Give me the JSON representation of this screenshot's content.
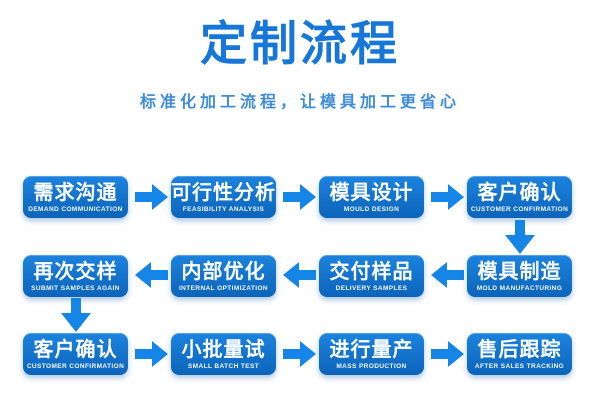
{
  "page": {
    "title": "定制流程",
    "subtitle": "标准化加工流程，让模具加工更省心"
  },
  "colors": {
    "title_text": "#1677d9",
    "subtitle_text": "#3f8cd9",
    "box_gradient_top": "#1c83de",
    "box_gradient_bottom": "#0c64ba",
    "arrow": "#1585e8",
    "box_text": "#ffffff",
    "background": "#ffffff"
  },
  "flow": {
    "rows": [
      {
        "flow_direction": "left_to_right",
        "steps": [
          {
            "zh": "需求沟通",
            "en": "DEMAND COMMUNICATION"
          },
          {
            "zh": "可行性分析",
            "en": "FEASIBILITY ANALYSIS"
          },
          {
            "zh": "模具设计",
            "en": "MOULD DESIGN"
          },
          {
            "zh": "客户确认",
            "en": "CUSTOMER CONFIRMATION"
          }
        ]
      },
      {
        "flow_direction": "right_to_left",
        "steps": [
          {
            "zh": "再次交样",
            "en": "SUBMIT SAMPLES AGAIN"
          },
          {
            "zh": "内部优化",
            "en": "INTERNAL OPTIMIZATION"
          },
          {
            "zh": "交付样品",
            "en": "DELIVERY SAMPLES"
          },
          {
            "zh": "模具制造",
            "en": "MOLD MANUFACTURING"
          }
        ]
      },
      {
        "flow_direction": "left_to_right",
        "steps": [
          {
            "zh": "客户确认",
            "en": "CUSTOMER CONFIRMATION"
          },
          {
            "zh": "小批量试",
            "en": "SMALL BATCH TEST"
          },
          {
            "zh": "进行量产",
            "en": "MASS PRODUCTION"
          },
          {
            "zh": "售后跟踪",
            "en": "AFTER SALES TRACKING"
          }
        ]
      }
    ],
    "connectors": [
      {
        "type": "arrow-down",
        "from": "客户确认 (row 1)",
        "to": "模具制造 (row 2)",
        "column": "rightmost"
      },
      {
        "type": "arrow-down",
        "from": "再次交样 (row 2)",
        "to": "客户确认 (row 3)",
        "column": "leftmost"
      }
    ]
  }
}
